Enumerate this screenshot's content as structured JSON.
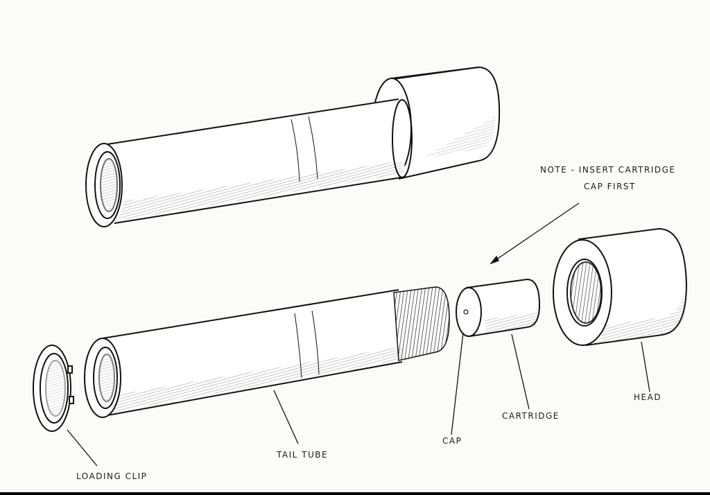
{
  "labels": {
    "note_line1": "NOTE - INSERT CARTRIDGE",
    "note_line2": "CAP FIRST",
    "head": "HEAD",
    "cartridge": "CARTRIDGE",
    "cap": "CAP",
    "tail_tube": "TAIL TUBE",
    "loading_clip": "LOADING CLIP"
  }
}
